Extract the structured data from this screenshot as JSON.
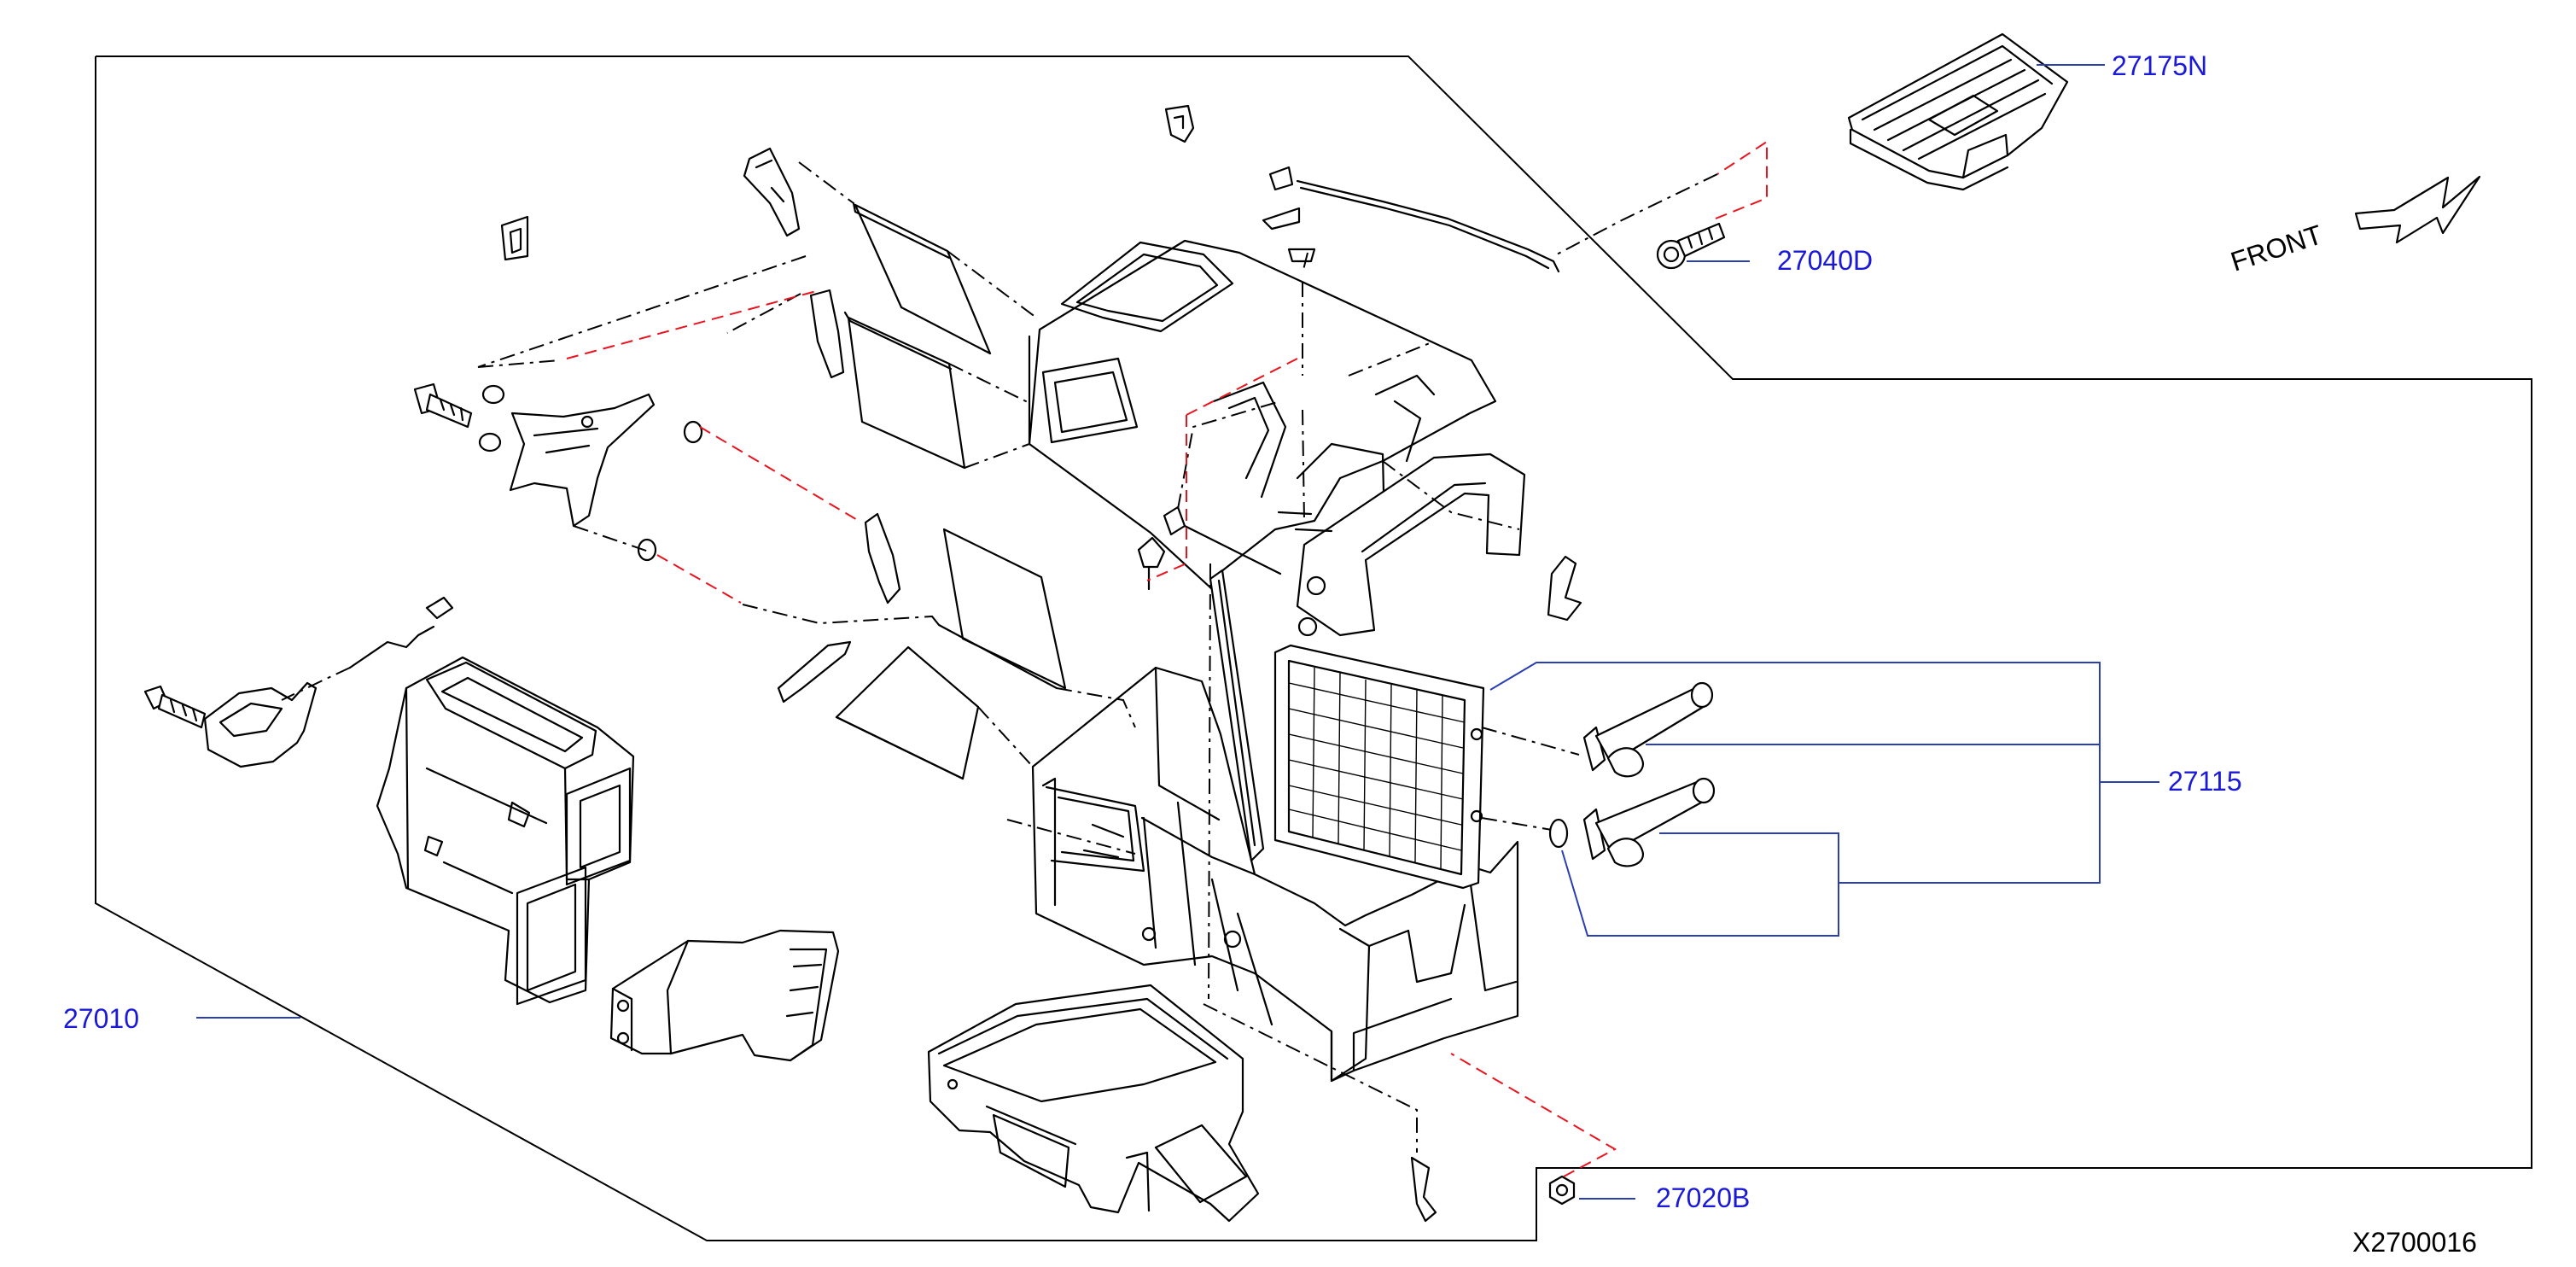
{
  "colors": {
    "label": "#1a1ad6",
    "leader": "#2a3fb0",
    "red_dash": "#e8141e",
    "line": "#000000",
    "background": "#ffffff"
  },
  "labels": {
    "p27175N": "27175N",
    "p27040D": "27040D",
    "p27115": "27115",
    "p27010": "27010",
    "p27020B": "27020B",
    "front": "FRONT",
    "diagram_id": "X2700016"
  }
}
